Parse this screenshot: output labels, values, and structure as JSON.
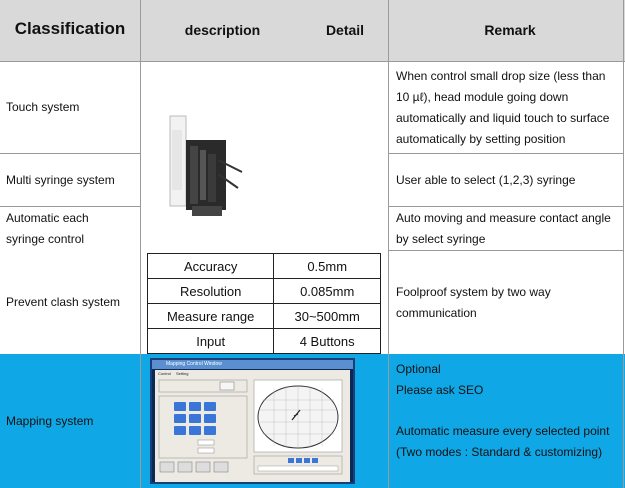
{
  "header": {
    "classification": "Classification",
    "description": "description",
    "detail": "Detail",
    "remark": "Remark"
  },
  "rows": {
    "touch_system": {
      "label": "Touch system",
      "remark": [
        "When control small drop size (less than",
        "10 µℓ), head module going down",
        "automatically and liquid touch to surface",
        "automatically by setting position"
      ]
    },
    "multi_syringe": {
      "label": "Multi syringe system",
      "remark": [
        "User able to select (1,2,3) syringe"
      ]
    },
    "auto_syringe": {
      "label": [
        "Automatic each",
        "syringe control"
      ],
      "remark": [
        "Auto moving and measure contact angle",
        "by select syringe"
      ]
    },
    "prevent_clash": {
      "label": "Prevent clash system",
      "remark": [
        "Foolproof system by two way",
        "communication"
      ]
    },
    "mapping": {
      "label": "Mapping system",
      "remark": [
        "Optional",
        "Please ask SEO",
        "",
        "Automatic measure every selected point",
        "(Two modes : Standard & customizing)"
      ]
    }
  },
  "specs": [
    {
      "name": "Accuracy",
      "value": "0.5mm"
    },
    {
      "name": "Resolution",
      "value": "0.085mm"
    },
    {
      "name": "Measure range",
      "value": "30~500mm"
    },
    {
      "name": "Input",
      "value": "4 Buttons"
    }
  ],
  "colors": {
    "header_bg": "#d9d9d9",
    "mapping_bg": "#10a7e6",
    "border": "#9a9a9a"
  },
  "mapping_window": {
    "title": "Mapping Control Window",
    "tabs": [
      "Control",
      "Setting"
    ]
  }
}
